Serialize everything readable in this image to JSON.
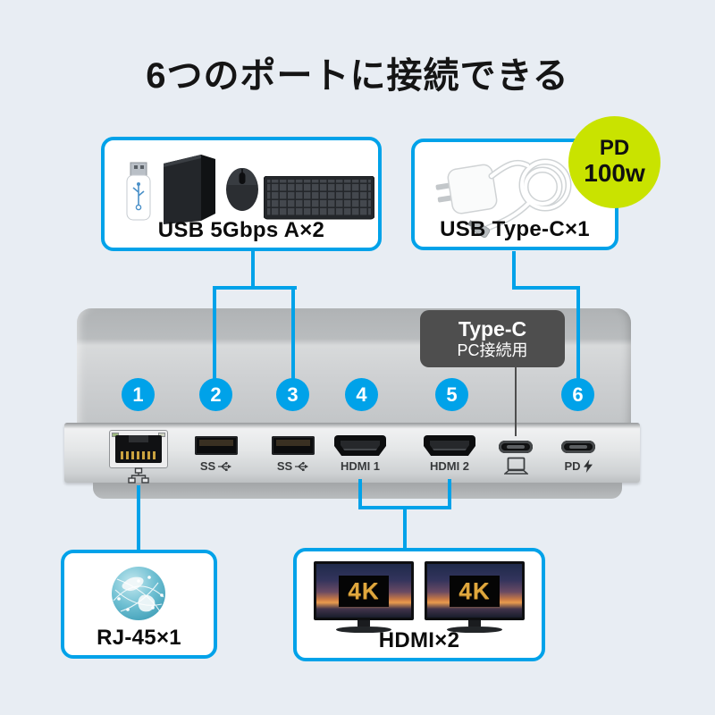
{
  "title": "6つのポートに接続できる",
  "colors": {
    "accent": "#00a2e9",
    "badge": "#c9e300",
    "tag_bg": "#4e4e4e"
  },
  "badge": {
    "line1": "PD",
    "line2": "100w"
  },
  "callouts": {
    "usb_a": {
      "label": "USB 5Gbps A×2"
    },
    "type_c": {
      "label": "USB Type-C×1"
    },
    "rj45": {
      "label": "RJ-45×1"
    },
    "hdmi": {
      "label": "HDMI×2"
    }
  },
  "device": {
    "tag": {
      "line1": "Type-C",
      "line2": "PC接続用"
    },
    "ports": [
      {
        "num": "1",
        "type": "rj45"
      },
      {
        "num": "2",
        "type": "usb-a"
      },
      {
        "num": "3",
        "type": "usb-a"
      },
      {
        "num": "4",
        "type": "hdmi"
      },
      {
        "num": "5",
        "type": "hdmi"
      },
      {
        "num": "6",
        "type": "usb-c-pd"
      }
    ],
    "usb_ss_label": "SS",
    "hdmi1_label": "HDMI 1",
    "hdmi2_label": "HDMI 2",
    "pd_label": "PD"
  },
  "monitor_badge": "4K"
}
